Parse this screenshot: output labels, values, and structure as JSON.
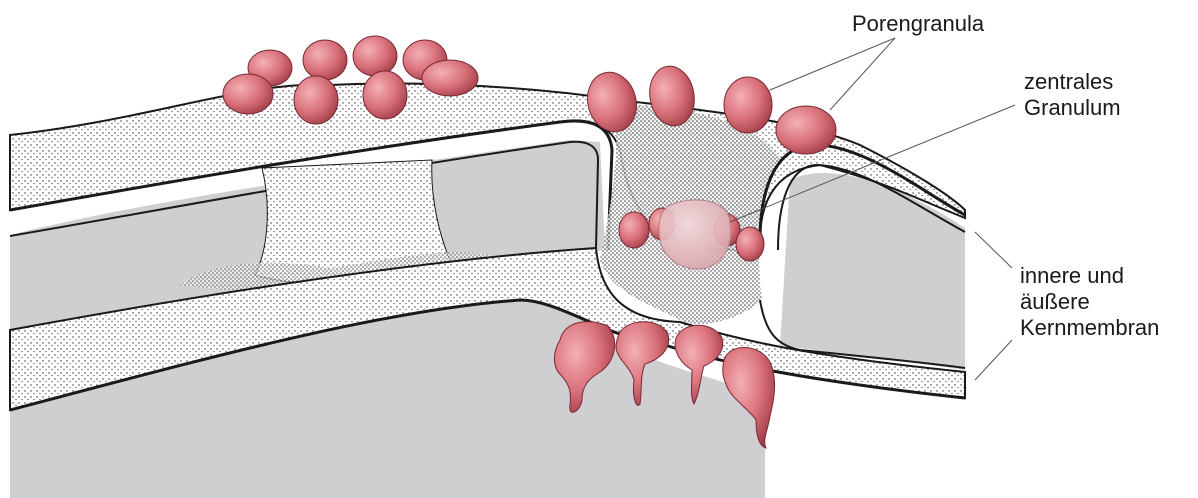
{
  "labels": {
    "porengranula": "Porengranula",
    "zentrales_1": "zentrales",
    "zentrales_2": "Granulum",
    "membran_1": "innere und",
    "membran_2": "äußere",
    "membran_3": "Kernmembran"
  },
  "colors": {
    "granule": "#d9707a",
    "granule_dark": "#a8404a",
    "granule_highlight": "#f0a4aa",
    "background_grey": "#cfcfd1",
    "membrane_white": "#ffffff",
    "outline": "#1a1a1a",
    "central_granule": "#e8c2c6"
  }
}
